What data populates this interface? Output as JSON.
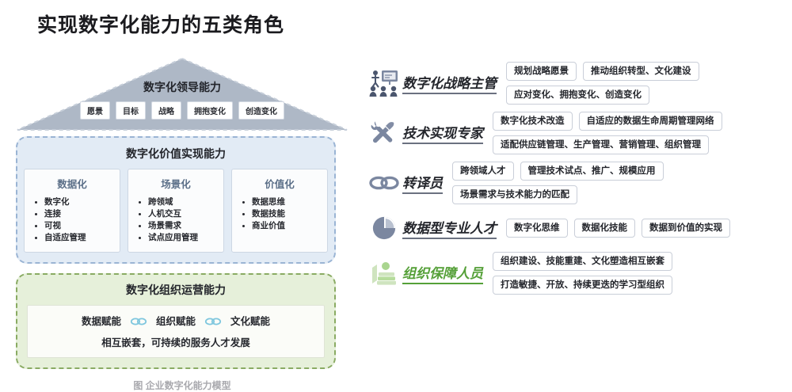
{
  "page": {
    "title": "实现数字化能力的五类角色"
  },
  "diagram": {
    "caption": "图 企业数字化能力模型",
    "roof": {
      "title": "数字化领导能力",
      "tags": [
        "愿景",
        "目标",
        "战略",
        "拥抱变化",
        "创造变化"
      ]
    },
    "value_block": {
      "title": "数字化价值实现能力",
      "cards": [
        {
          "title": "数据化",
          "items": [
            "数字化",
            "连接",
            "可视",
            "自适应管理"
          ]
        },
        {
          "title": "场景化",
          "items": [
            "跨领域",
            "人机交互",
            "场景需求",
            "试点应用管理"
          ]
        },
        {
          "title": "价值化",
          "items": [
            "数据思维",
            "数据技能",
            "商业价值"
          ]
        }
      ]
    },
    "org_block": {
      "title": "数字化组织运营能力",
      "line1": [
        "数据赋能",
        "组织赋能",
        "文化赋能"
      ],
      "line2": "相互嵌套，可持续的服务人才发展"
    }
  },
  "roles": [
    {
      "icon": "presentation-audience-icon",
      "name": "数字化战略主管",
      "color": "#24262c",
      "tags": [
        "规划战略愿景",
        "推动组织转型、文化建设",
        "应对变化、拥抱变化、创造变化"
      ]
    },
    {
      "icon": "wrench-screwdriver-icon",
      "name": "技术实现专家",
      "color": "#24262c",
      "tags": [
        "数字化技术改造",
        "自适应的数据生命周期管理网络",
        "适配供应链管理、生产管理、营销管理、组织管理"
      ]
    },
    {
      "icon": "chain-link-icon",
      "name": "转译员",
      "color": "#24262c",
      "tags": [
        "跨领域人才",
        "管理技术试点、推广、规模应用",
        "场景需求与技术能力的匹配"
      ]
    },
    {
      "icon": "pie-chart-icon",
      "name": "数据型专业人才",
      "color": "#24262c",
      "tags": [
        "数字化思维",
        "数据化技能",
        "数据到价值的实现"
      ]
    },
    {
      "icon": "person-books-icon",
      "name": "组织保障人员",
      "color": "#55a038",
      "tags": [
        "组织建设、技能重建、文化塑造相互嵌套",
        "打造敏捷、开放、持续更迭的学习型组织"
      ]
    }
  ],
  "colors": {
    "roof_fill": "#aeb8c6",
    "value_block_fill": "#e2ebf5",
    "value_block_border": "#9ab4d4",
    "org_block_fill": "#e6f0da",
    "org_block_border": "#8aab63",
    "accent_green": "#55a038",
    "icon_blue_gray": "#7b87a0",
    "caption_gray": "#a9a9ae"
  }
}
